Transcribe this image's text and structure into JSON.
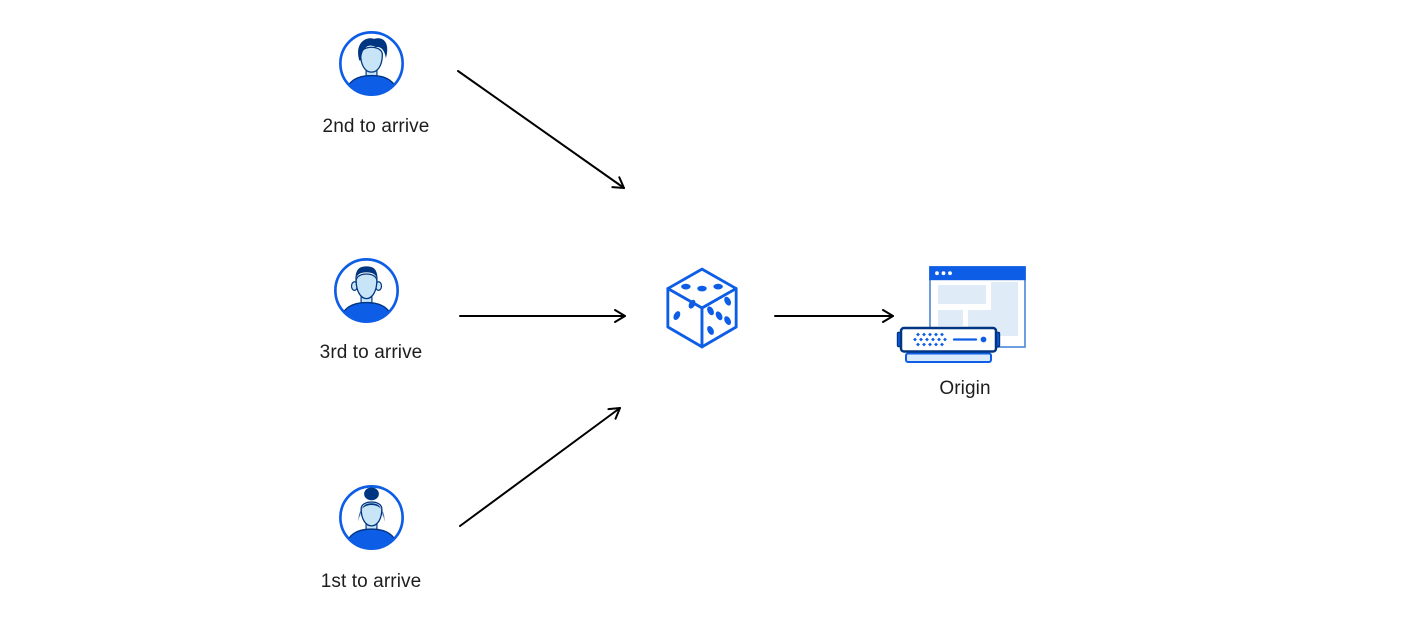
{
  "diagram": {
    "clients": [
      {
        "id": "client-2nd",
        "label": "2nd to arrive",
        "icon": "man-swoop-hair-avatar-icon"
      },
      {
        "id": "client-3rd",
        "label": "3rd to arrive",
        "icon": "man-short-hair-avatar-icon"
      },
      {
        "id": "client-1st",
        "label": "1st to arrive",
        "icon": "woman-bun-avatar-icon"
      }
    ],
    "randomizer": {
      "id": "randomizer",
      "icon": "dice-icon"
    },
    "origin": {
      "id": "origin",
      "label": "Origin",
      "icon": "origin-server-browser-icon"
    },
    "connections": [
      {
        "from": "client-2nd",
        "to": "randomizer"
      },
      {
        "from": "client-3rd",
        "to": "randomizer"
      },
      {
        "from": "client-1st",
        "to": "randomizer"
      },
      {
        "from": "randomizer",
        "to": "origin"
      }
    ],
    "colors": {
      "blue_primary": "#0d5de6",
      "blue_navy": "#003681",
      "blue_face": "#c8e5f8",
      "blue_panel": "#dfecf7",
      "blue_base": "#d8eafb",
      "window_border": "#4a86d8",
      "arrow": "#000000",
      "label_text": "#1d1d1f"
    }
  }
}
